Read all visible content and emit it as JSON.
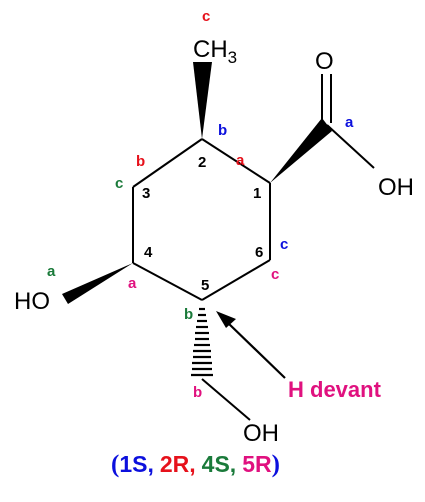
{
  "colors": {
    "red": "#e6111b",
    "blue": "#0c10dd",
    "green": "#1a7a3a",
    "pink": "#e0117f",
    "bond": "#000000"
  },
  "atoms": {
    "methyl": "CH",
    "methyl_sub": "3",
    "carbonyl_o": "O",
    "acid_oh": "OH",
    "c4_oh": "HO",
    "c5_oh": "OH"
  },
  "ring_numbers": {
    "c1": "1",
    "c2": "2",
    "c3": "3",
    "c4": "4",
    "c5": "5",
    "c6": "6"
  },
  "priorities": {
    "ch3_c": "c",
    "c2_b": "b",
    "c1_a": "a",
    "cooh_a": "a",
    "c3_b": "b",
    "c3_c": "c",
    "c6_c_blue": "c",
    "c6_c_pink": "c",
    "c4_oh_a": "a",
    "c4_ring_a": "a",
    "c5_b": "b",
    "ch2_b": "b"
  },
  "annotation": {
    "h_devant": "H devant"
  },
  "configuration": {
    "open": "(",
    "c1": "1S,",
    "c2": "2R,",
    "c4": "4S,",
    "c5": "5R",
    "close": ")"
  }
}
